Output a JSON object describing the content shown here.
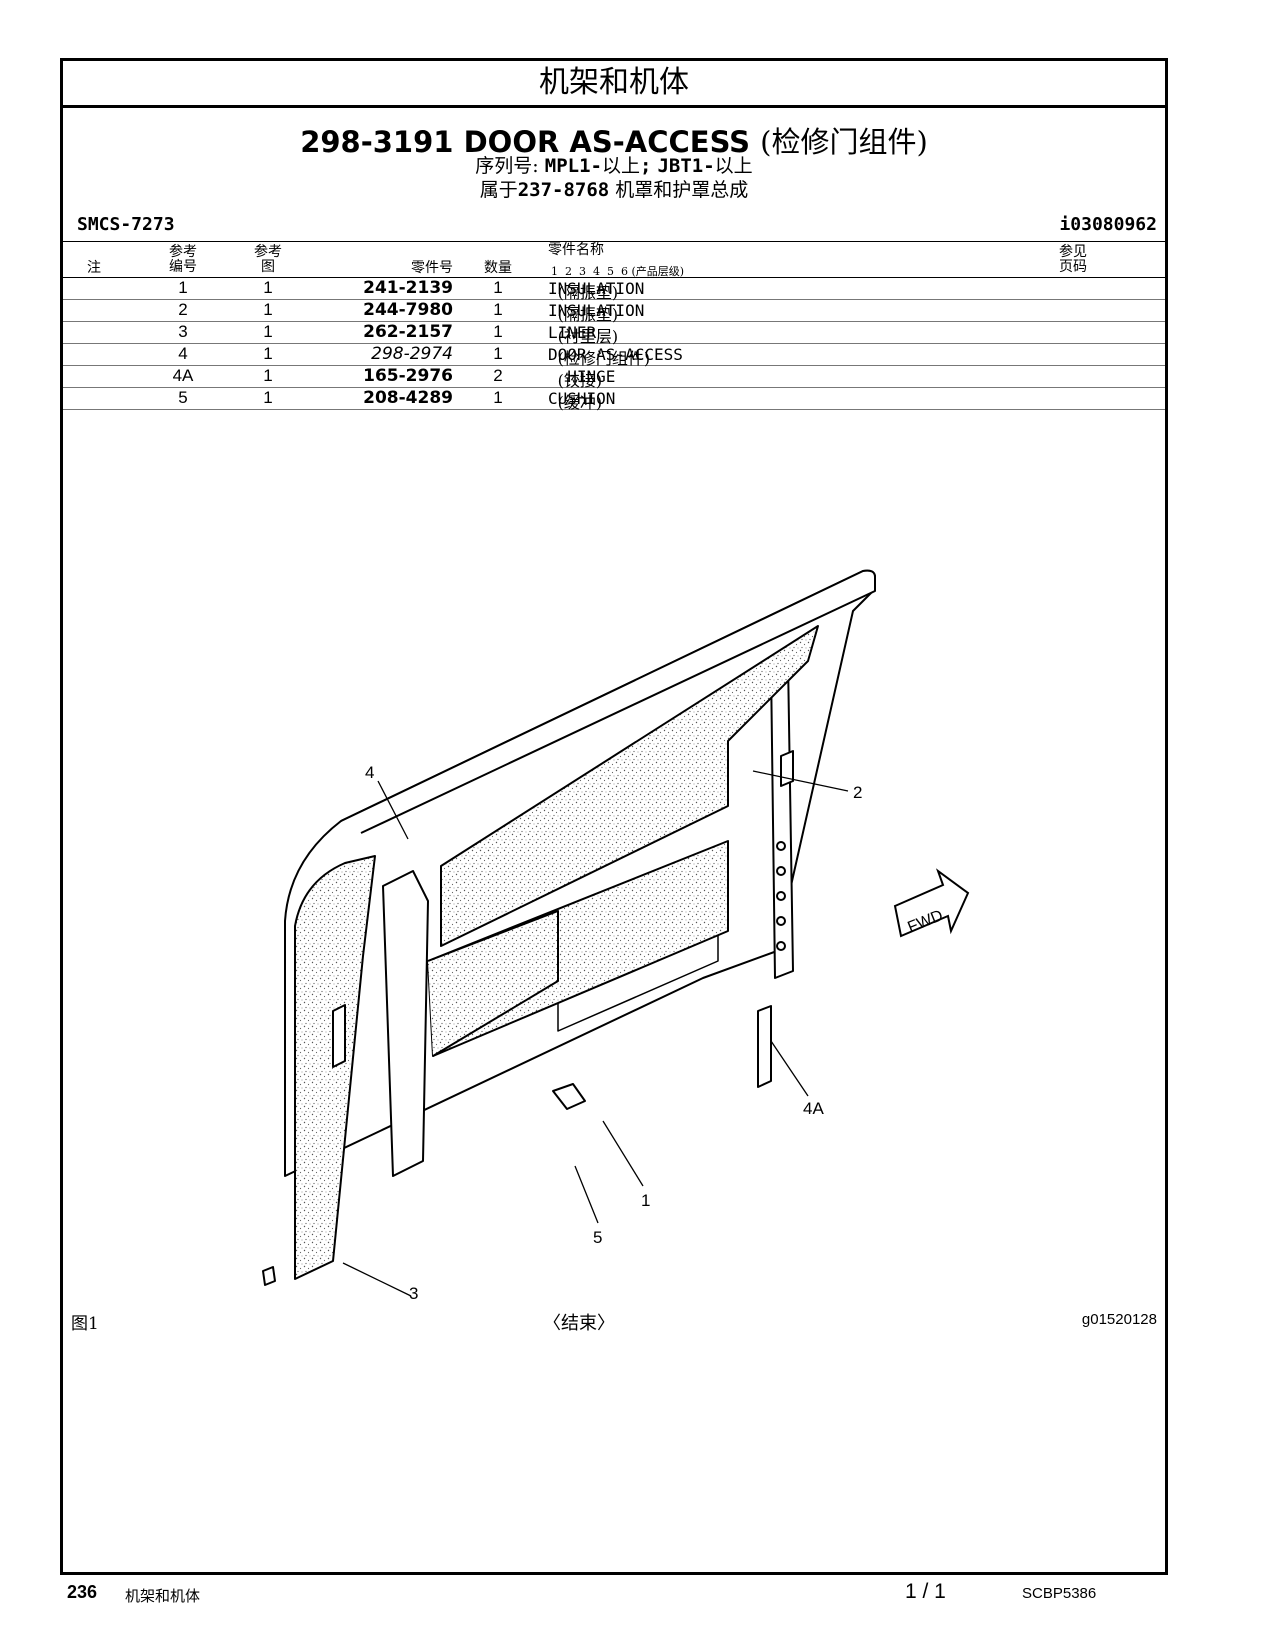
{
  "section_title": "机架和机体",
  "header": {
    "part_number": "298-3191",
    "name": "DOOR AS-ACCESS",
    "name_cn": "(检修门组件)",
    "serial_prefix": "序列号:",
    "serial_1": "MPL1-",
    "serial_1_suffix": "以上",
    "separator": ";",
    "serial_2": "JBT1-",
    "serial_2_suffix": "以上",
    "belongs_prefix": "属于",
    "belongs_part": "237-8768",
    "belongs_name": "机罩和护罩总成",
    "smcs": "SMCS-7273",
    "info_no": "i03080962"
  },
  "table": {
    "headers": {
      "note": "注",
      "ref_no_1": "参考",
      "ref_no_2": "编号",
      "ref_fig_1": "参考",
      "ref_fig_2": "图",
      "part_no": "零件号",
      "qty": "数量",
      "part_name": "零件名称",
      "levels": "1  2  3  4  5  6",
      "levels_note": "(产品层级)",
      "see_page_1": "参见",
      "see_page_2": "页码"
    },
    "rows": [
      {
        "ref": "1",
        "fig": "1",
        "part": "241-2139",
        "qty": "1",
        "name": "INSULATION",
        "name_cn": "(隔振垫)"
      },
      {
        "ref": "2",
        "fig": "1",
        "part": "244-7980",
        "qty": "1",
        "name": "INSULATION",
        "name_cn": "(隔振垫)"
      },
      {
        "ref": "3",
        "fig": "1",
        "part": "262-2157",
        "qty": "1",
        "name": "LINER",
        "name_cn": "(衬里层)"
      },
      {
        "ref": "4",
        "fig": "1",
        "part": "298-2974",
        "qty": "1",
        "name": "DOOR AS-ACCESS",
        "name_cn": "(检修门组件)"
      },
      {
        "ref": "4A",
        "fig": "1",
        "part": "165-2976",
        "qty": "2",
        "name": "  HINGE",
        "name_cn": "(铰接)"
      },
      {
        "ref": "5",
        "fig": "1",
        "part": "208-4289",
        "qty": "1",
        "name": "CUSHION",
        "name_cn": "(缓冲)"
      }
    ]
  },
  "drawing": {
    "callouts": [
      "4",
      "2",
      "4A",
      "1",
      "5",
      "3"
    ],
    "fwd_label": "FWD"
  },
  "figure_label": "图1",
  "end_label": "〈结束〉",
  "graphic_id": "g01520128",
  "footer": {
    "page": "236",
    "section": "机架和机体",
    "page_of": "1 / 1",
    "doc_id": "SCBP5386"
  }
}
